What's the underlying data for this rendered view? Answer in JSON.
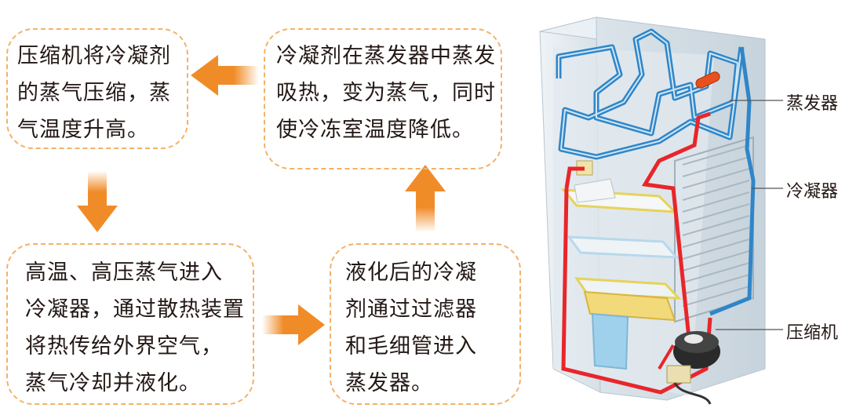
{
  "steps": [
    {
      "lines": [
        "压缩机将冷凝剂",
        "的蒸气压缩，蒸",
        "气温度升高。"
      ]
    },
    {
      "lines": [
        "冷凝剂在蒸发器中蒸发",
        "吸热，变为蒸气，同时",
        "使冷冻室温度降低。"
      ]
    },
    {
      "lines": [
        "高温、高压蒸气进入",
        "冷凝器，通过散热装置",
        "将热传给外界空气，",
        "蒸气冷却并液化。"
      ]
    },
    {
      "lines": [
        "液化后的冷凝",
        "剂通过过滤器",
        "和毛细管进入",
        "蒸发器。"
      ]
    }
  ],
  "labels": {
    "evaporator": "蒸发器",
    "condenser": "冷凝器",
    "compressor": "压缩机"
  },
  "colors": {
    "arrow": "#f08c28",
    "box_border": "#f3b167",
    "hot_pipe": "#e8262a",
    "cold_pipe": "#2f86c8"
  }
}
